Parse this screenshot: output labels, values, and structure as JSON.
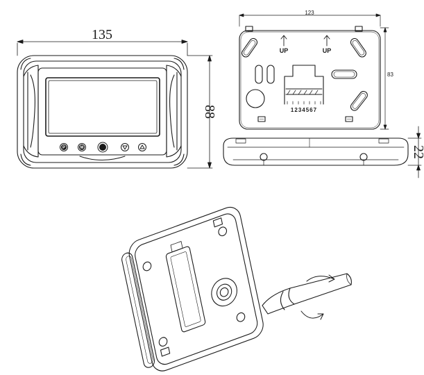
{
  "front_view": {
    "width_label": "135",
    "height_label": "88",
    "buttons": [
      {
        "name": "p-button",
        "symbol": "P"
      },
      {
        "name": "m-button",
        "symbol": "M"
      },
      {
        "name": "power-button",
        "symbol": "⏻"
      },
      {
        "name": "down-button",
        "symbol": "▽"
      },
      {
        "name": "up-button",
        "symbol": "△"
      }
    ]
  },
  "back_view": {
    "width_label": "123",
    "height_label": "83",
    "up_labels": [
      "UP",
      "UP"
    ],
    "terminal_label": "1234567"
  },
  "side_view": {
    "depth_label": "22"
  },
  "colors": {
    "line": "#1a1a1a",
    "screen": "#ffffff"
  }
}
